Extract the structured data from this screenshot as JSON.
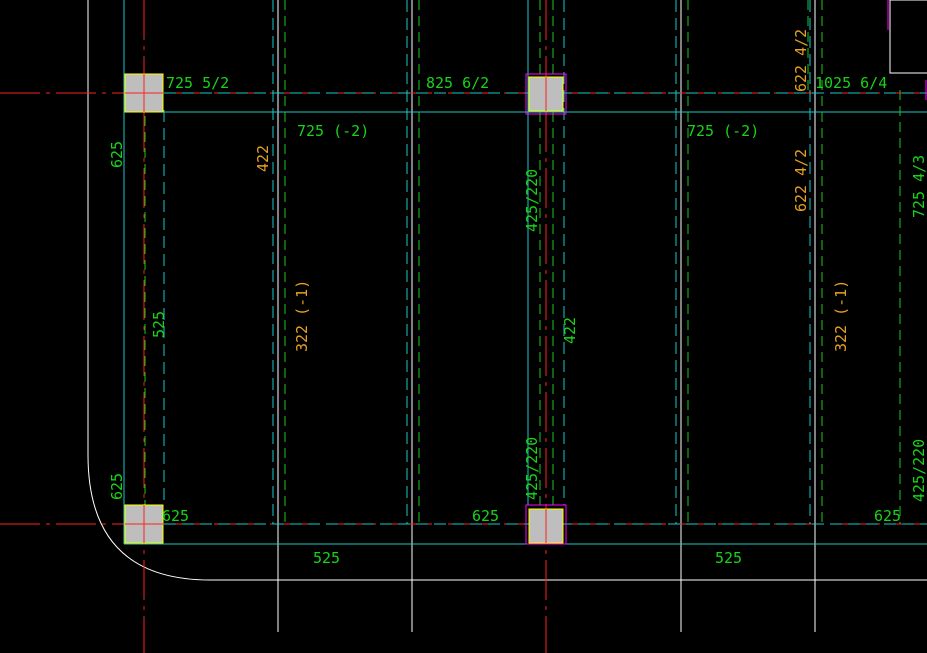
{
  "colors": {
    "background": "#000000",
    "grid_line": "#ffffff",
    "axis_line": "#ff2020",
    "beam_line": "#19c8c8",
    "rebar_line": "#19c819",
    "column_fill": "#bebebe",
    "column_outline": "#ffff00",
    "column_outline_alt": "#ff00ff",
    "label_green": "#18d418",
    "label_orange": "#e8a020"
  },
  "labels": {
    "top_left_beam": "725 5/2",
    "top_mid_beam": "825 6/2",
    "top_right_vertical": "622 4/2",
    "top_right_beam": "1025 6/4",
    "top_bay1_bottom": "725 (-2)",
    "top_bay3_bottom": "725 (-2)",
    "left_col_top": "625",
    "left_col_mid": "525",
    "left_col_bottom": "625",
    "bay1_top_support": "422",
    "bay1_mid_span": "322 (-1)",
    "mid_col_top": "425/220",
    "mid_col_mid": "422",
    "mid_col_bottom": "425/220",
    "right_col_upper": "622 4/2",
    "right_col_mid": "322 (-1)",
    "far_right_upper": "725 4/3",
    "far_right_lower": "425/220",
    "bottom_left_support": "625",
    "bottom_mid_support": "625",
    "bottom_right_support": "625",
    "bottom_bay1": "525",
    "bottom_bay3": "525"
  }
}
